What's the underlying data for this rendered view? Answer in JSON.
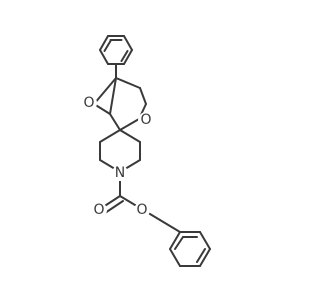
{
  "molecule": {
    "atom_labels": {
      "epoxide_oxygen": "O",
      "ring_oxygen": "O",
      "piperidine_nitrogen": "N",
      "carbonyl_oxygen": "O",
      "ester_oxygen": "O"
    },
    "colors": {
      "bond": "#3a3a3a",
      "label": "#3a3a3a",
      "background": "#ffffff"
    }
  }
}
